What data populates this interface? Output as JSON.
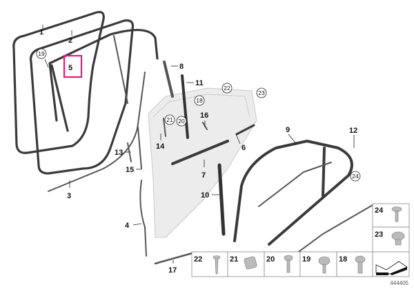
{
  "diagram": {
    "callouts": {
      "p1": "1",
      "p2": "2",
      "p3": "3",
      "p4": "4",
      "p5": "5",
      "p6": "6",
      "p7": "7",
      "p8": "8",
      "p9": "9",
      "p10": "10",
      "p11": "11",
      "p12": "12",
      "p13": "13",
      "p14": "14",
      "p15": "15",
      "p16": "16",
      "p17": "17",
      "p18": "18",
      "p19": "19",
      "p20": "20",
      "p21": "21",
      "p22": "22",
      "p23": "23",
      "p24": "24"
    },
    "highlighted_part": "5",
    "highlight_color": "#e6177e",
    "legend": {
      "bottom_row": [
        "22",
        "21",
        "20",
        "19",
        "18"
      ],
      "right_column": [
        "24",
        "23"
      ]
    },
    "diagram_number": "444405"
  }
}
